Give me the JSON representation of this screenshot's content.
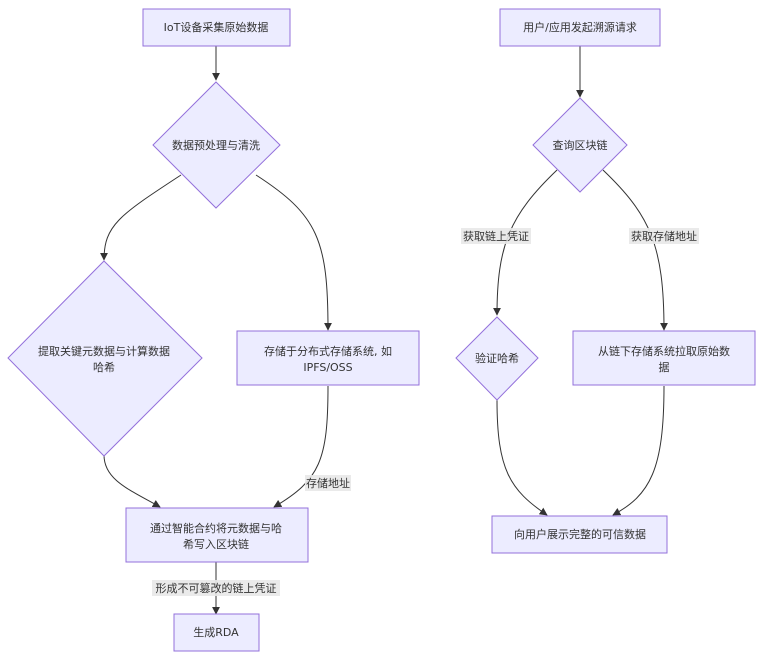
{
  "diagram": {
    "type": "flowchart",
    "colors": {
      "node_fill": "#ECECFF",
      "node_stroke": "#9370DB",
      "edge": "#333333",
      "edge_label_bg": "#e8e8e8",
      "text": "#333333"
    },
    "nodes": {
      "iot_collect": {
        "shape": "rect",
        "lines": [
          "IoT设备采集原始数据"
        ]
      },
      "preprocess": {
        "shape": "diamond",
        "lines": [
          "数据预处理与清洗"
        ]
      },
      "extract_hash": {
        "shape": "diamond",
        "lines": [
          "提取关键元数据与计算数据",
          "哈希"
        ]
      },
      "store_dist": {
        "shape": "rect",
        "lines": [
          "存储于分布式存储系统, 如",
          "IPFS/OSS"
        ]
      },
      "smart_contract": {
        "shape": "rect",
        "lines": [
          "通过智能合约将元数据与哈",
          "希写入区块链"
        ]
      },
      "generate_rda": {
        "shape": "rect",
        "lines": [
          "生成RDA"
        ]
      },
      "trace_request": {
        "shape": "rect",
        "lines": [
          "用户/应用发起溯源请求"
        ]
      },
      "query_chain": {
        "shape": "diamond",
        "lines": [
          "查询区块链"
        ]
      },
      "verify_hash": {
        "shape": "diamond",
        "lines": [
          "验证哈希"
        ]
      },
      "pull_offchain": {
        "shape": "rect",
        "lines": [
          "从链下存储系统拉取原始数",
          "据"
        ]
      },
      "show_data": {
        "shape": "rect",
        "lines": [
          "向用户展示完整的可信数据"
        ]
      }
    },
    "edges": [
      {
        "from": "iot_collect",
        "to": "preprocess",
        "label": ""
      },
      {
        "from": "preprocess",
        "to": "extract_hash",
        "label": ""
      },
      {
        "from": "preprocess",
        "to": "store_dist",
        "label": ""
      },
      {
        "from": "extract_hash",
        "to": "smart_contract",
        "label": ""
      },
      {
        "from": "store_dist",
        "to": "smart_contract",
        "label": "存储地址"
      },
      {
        "from": "smart_contract",
        "to": "generate_rda",
        "label": "形成不可篡改的链上凭证"
      },
      {
        "from": "trace_request",
        "to": "query_chain",
        "label": ""
      },
      {
        "from": "query_chain",
        "to": "verify_hash",
        "label": "获取链上凭证"
      },
      {
        "from": "query_chain",
        "to": "pull_offchain",
        "label": "获取存储地址"
      },
      {
        "from": "verify_hash",
        "to": "show_data",
        "label": ""
      },
      {
        "from": "pull_offchain",
        "to": "show_data",
        "label": ""
      }
    ]
  }
}
